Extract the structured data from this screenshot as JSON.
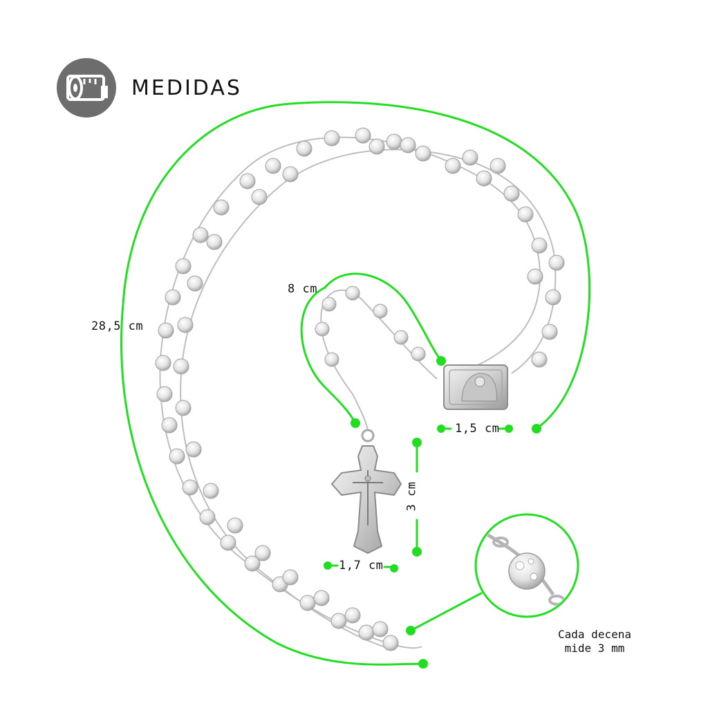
{
  "header": {
    "title": "MEDIDAS",
    "icon": "tape-measure-icon"
  },
  "measurements": {
    "total_length": "28,5 cm",
    "drop_length": "8 cm",
    "centerpiece_width": "1,5 cm",
    "crucifix_height": "3 cm",
    "crucifix_width": "1,7 cm"
  },
  "bead_note": {
    "line1": "Cada decena",
    "line2": "mide 3 mm"
  },
  "colors": {
    "guide": "#22dd22",
    "badge": "#6d6d6d",
    "silver": "#d9d9d9"
  }
}
